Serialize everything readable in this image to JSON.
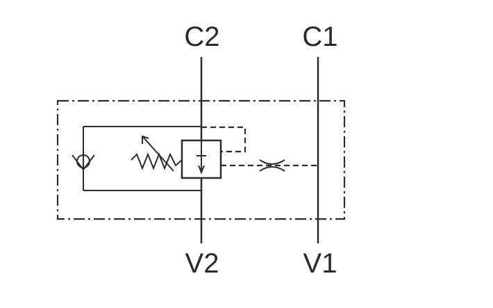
{
  "ports": {
    "c2": "C2",
    "c1": "C1",
    "v2": "V2",
    "v1": "V1"
  },
  "colors": {
    "line": "#2b2b2b",
    "text": "#2a2a2a",
    "background": "#ffffff"
  },
  "symbols": [
    "check-valve-icon",
    "adjustable-spring-icon",
    "valve-spool-icon",
    "throttle-orifice-icon"
  ]
}
